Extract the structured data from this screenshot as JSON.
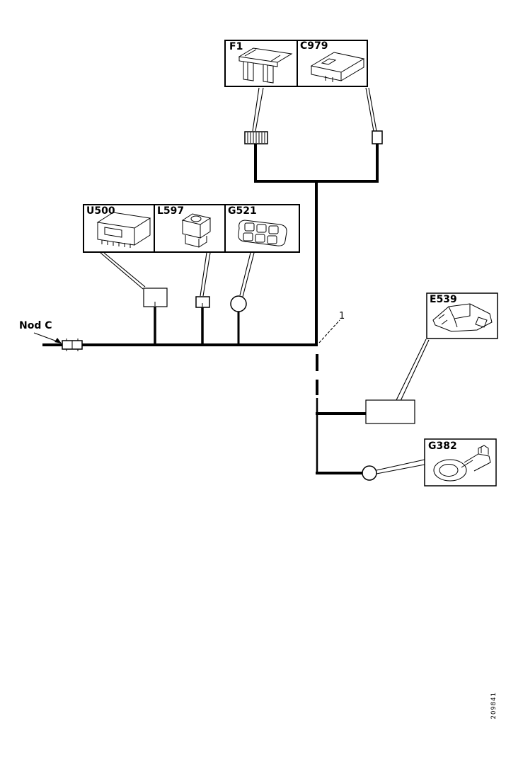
{
  "page": {
    "background_color": "#ffffff",
    "line_color": "#000000"
  },
  "figure_id": "209841",
  "labels": {
    "node_c": "Nod C",
    "branch_1": "1"
  },
  "top_parts_box": {
    "cells": [
      {
        "label": "F1",
        "icon": "blade-fuse-drawing"
      },
      {
        "label": "C979",
        "icon": "connector-housing-drawing"
      }
    ]
  },
  "middle_parts_box": {
    "cells": [
      {
        "label": "U500",
        "icon": "relay-module-drawing"
      },
      {
        "label": "L597",
        "icon": "bulb-socket-drawing"
      },
      {
        "label": "G521",
        "icon": "multi-cavity-connector-drawing"
      }
    ]
  },
  "right_parts_boxes": [
    {
      "label": "E539",
      "icon": "angled-connector-drawing"
    },
    {
      "label": "G382",
      "icon": "ring-terminal-drawing"
    }
  ]
}
